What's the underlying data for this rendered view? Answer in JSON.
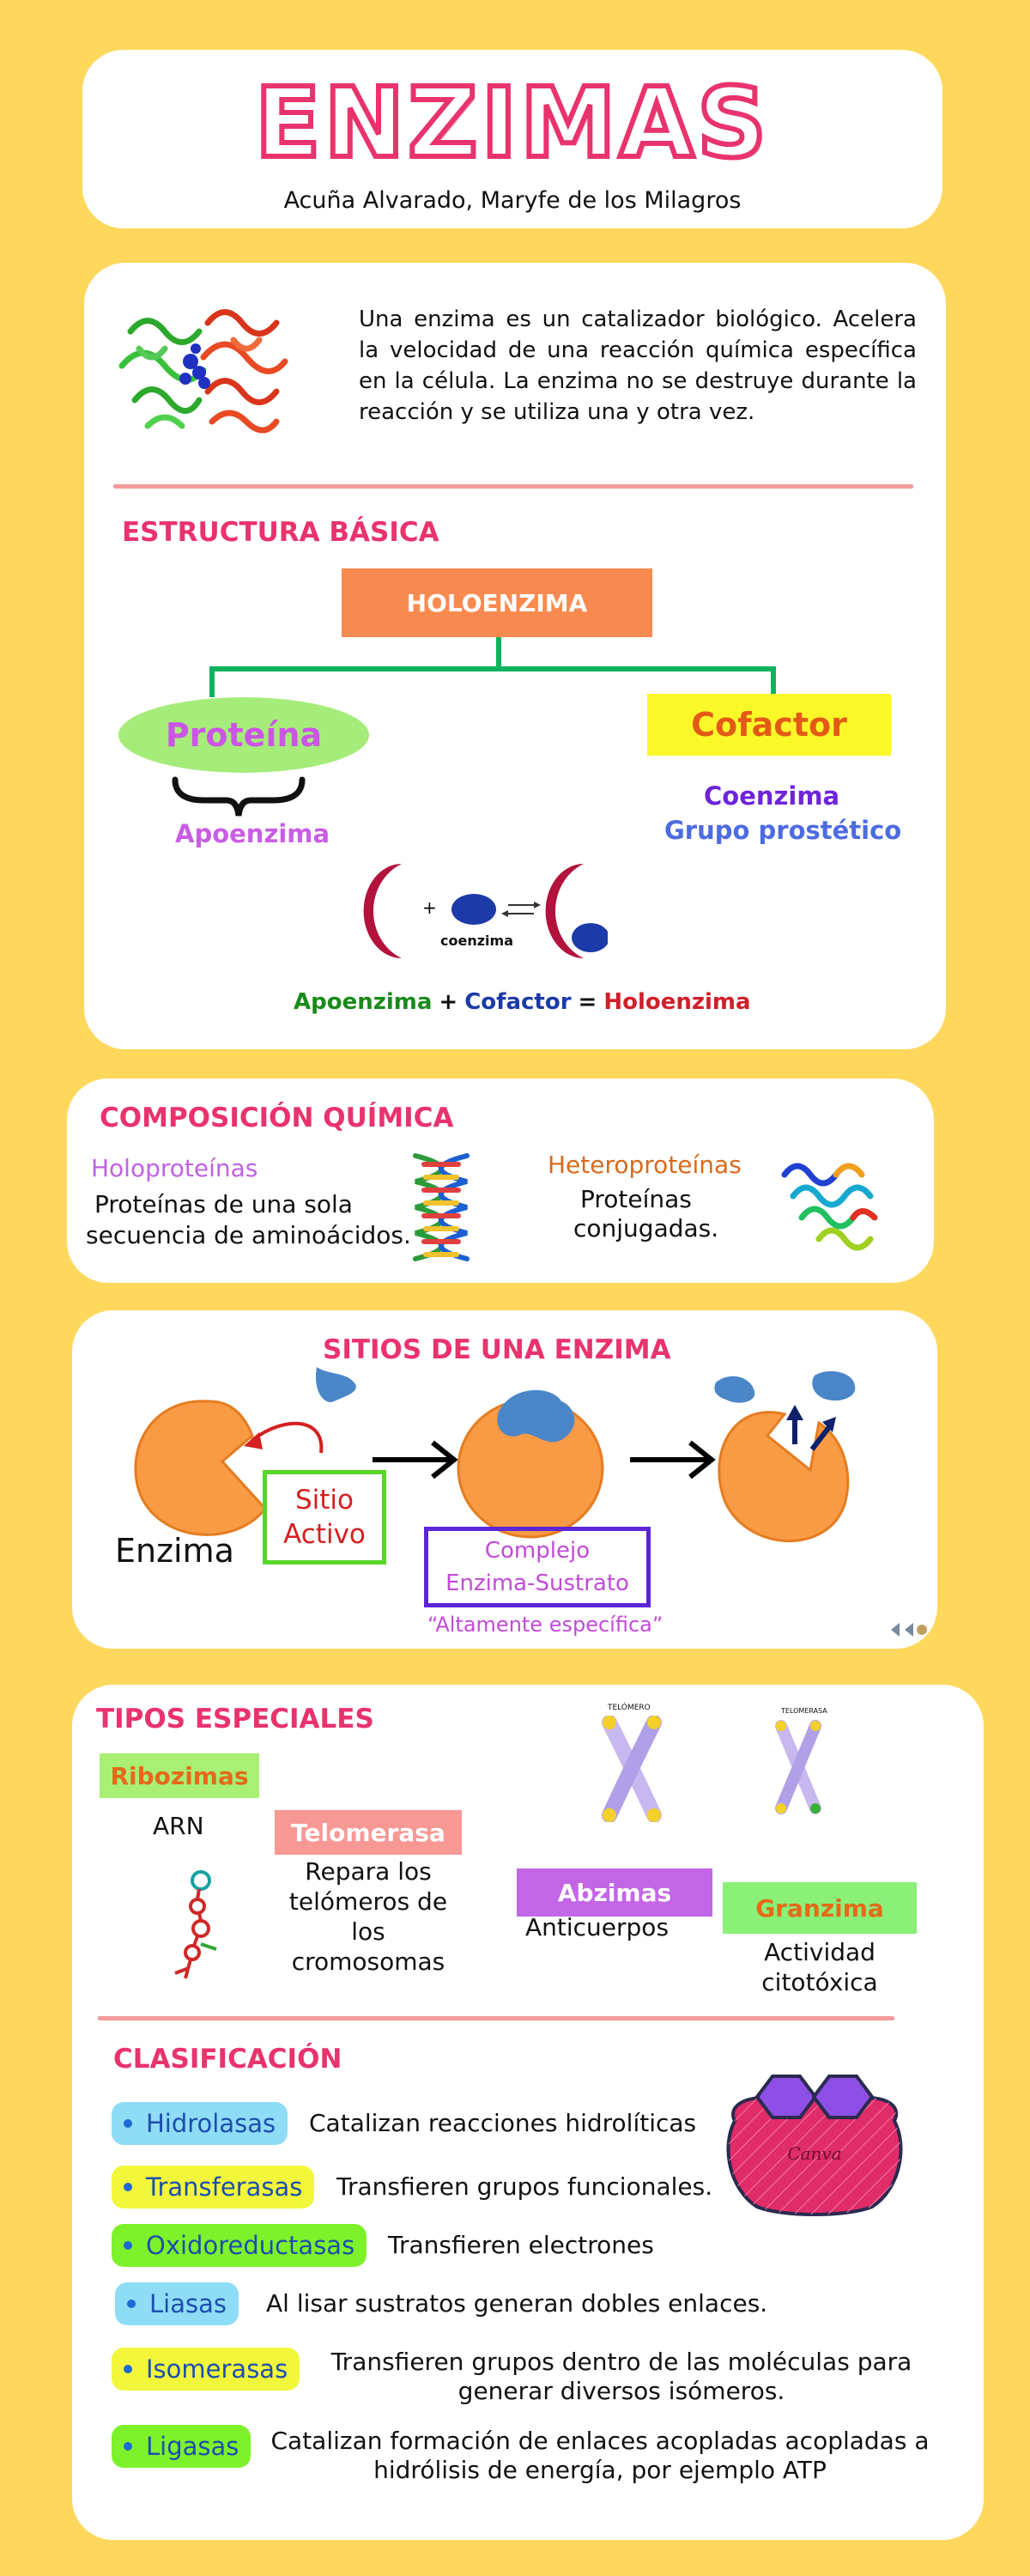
{
  "header": {
    "title": "ENZIMAS",
    "author": "Acuña Alvarado, Maryfe de los Milagros"
  },
  "intro": {
    "text": "Una enzima es un catalizador biológico. Acelera la velocidad de una reacción química específica en la célula. La enzima no se destruye durante la reacción y se utiliza una y otra vez."
  },
  "estructura": {
    "title": "ESTRUCTURA BÁSICA",
    "holoenzima": "HOLOENZIMA",
    "proteina": "Proteína",
    "apoenzima": "Apoenzima",
    "cofactor": "Cofactor",
    "coenzima": "Coenzima",
    "grupo_prostetico": "Grupo prostético",
    "diagram_label": "coenzima",
    "equation": {
      "apoenzima": "Apoenzima",
      "plus": "+",
      "cofactor": "Cofactor",
      "equals": "=",
      "holoenzima": "Holoenzima"
    }
  },
  "composicion": {
    "title": "COMPOSICIÓN QUÍMICA",
    "holo_title": "Holoproteínas",
    "holo_desc_1": "Proteínas de una sola",
    "holo_desc_2": "secuencia de aminoácidos.",
    "hetero_title": "Heteroproteínas",
    "hetero_desc_1": "Proteínas",
    "hetero_desc_2": "conjugadas."
  },
  "sitios": {
    "title": "SITIOS DE UNA ENZIMA",
    "enzima": "Enzima",
    "sitio_1": "Sitio",
    "sitio_2": "Activo",
    "complejo_1": "Complejo",
    "complejo_2": "Enzima-Sustrato",
    "especifica": "“Altamente específica”"
  },
  "tipos": {
    "title": "TIPOS ESPECIALES",
    "ribozimas": "Ribozimas",
    "arn": "ARN",
    "telomerasa": "Telomerasa",
    "telomerasa_desc": [
      "Repara los",
      "telómeros de",
      "los",
      "cromosomas"
    ],
    "telomero_label_1": "TELÓMERO",
    "telomero_label_2": "TELOMERASA",
    "abzimas": "Abzimas",
    "anticuerpos": "Anticuerpos",
    "granzima": "Granzima",
    "granzima_desc": [
      "Actividad",
      "citotóxica"
    ]
  },
  "clasificacion": {
    "title": "CLASIFICACIÓN",
    "items": [
      {
        "name": "Hidrolasas",
        "desc": [
          "Catalizan reacciones hidrolíticas"
        ],
        "color": "#8fdcf6"
      },
      {
        "name": "Transferasas",
        "desc": [
          "Transfieren grupos funcionales."
        ],
        "color": "#f2f73b"
      },
      {
        "name": "Oxidoreductasas",
        "desc": [
          "Transfieren electrones"
        ],
        "color": "#7df22a"
      },
      {
        "name": "Liasas",
        "desc": [
          "Al lisar sustratos generan dobles enlaces."
        ],
        "color": "#8fdcf6"
      },
      {
        "name": "Isomerasas",
        "desc": [
          "Transfieren grupos dentro de las moléculas para",
          "generar diversos isómeros."
        ],
        "color": "#f2f73b"
      },
      {
        "name": "Ligasas",
        "desc": [
          "Catalizan formación de enlaces acopladas acopladas a",
          "hidrólisis de energía, por ejemplo ATP"
        ],
        "color": "#7df22a"
      }
    ],
    "logo_text": "Canva"
  },
  "colors": {
    "background": "#fed85d",
    "pink": "#e8336d",
    "orange": "#f98a4f",
    "green": "#10b35d",
    "purple": "#cc66ee",
    "blue": "#4d5fe0"
  }
}
